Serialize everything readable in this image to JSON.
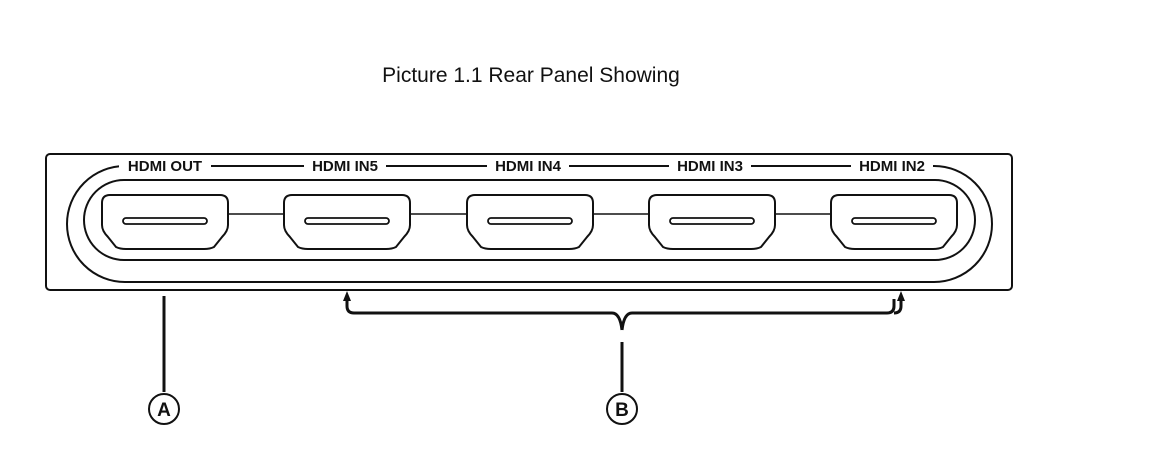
{
  "caption": "Picture 1.1 Rear Panel Showing",
  "ports": [
    {
      "label": "HDMI OUT"
    },
    {
      "label": "HDMI IN5"
    },
    {
      "label": "HDMI IN4"
    },
    {
      "label": "HDMI IN3"
    },
    {
      "label": "HDMI IN2"
    }
  ],
  "callouts": {
    "a": {
      "letter": "A"
    },
    "b": {
      "letter": "B"
    }
  },
  "colors": {
    "ink": "#111111",
    "background": "#ffffff"
  }
}
